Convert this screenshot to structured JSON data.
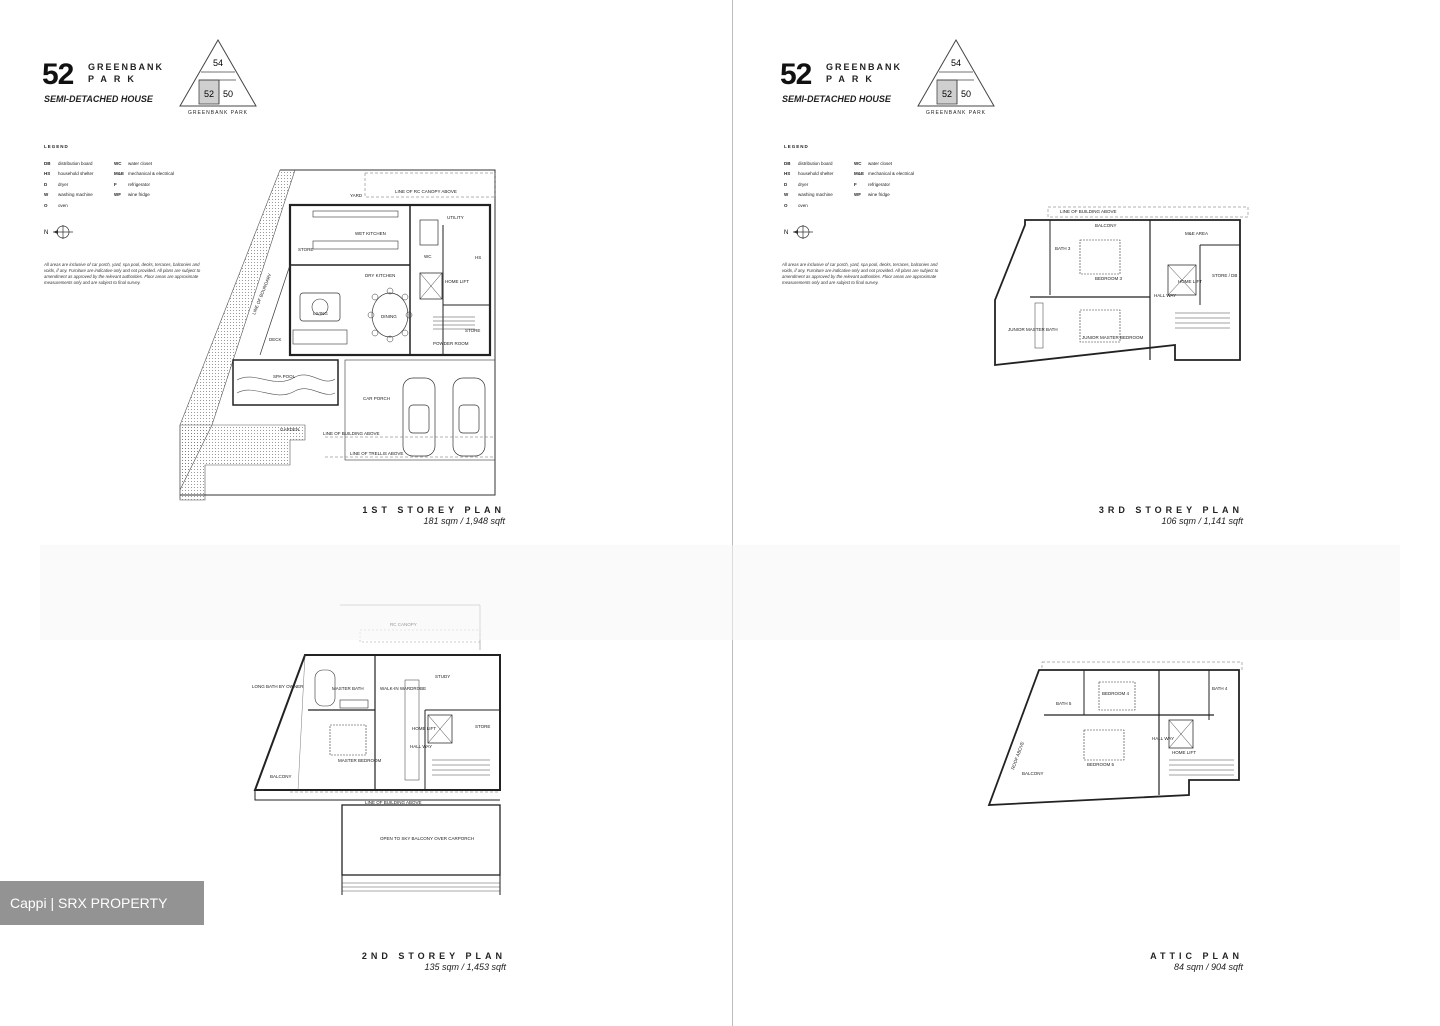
{
  "brand": {
    "number": "52",
    "name_line1": "GREENBANK",
    "name_line2": "PARK",
    "house_type": "SEMI-DETACHED HOUSE",
    "keyplan": {
      "top": "54",
      "left": "52",
      "right": "50",
      "label": "GREENBANK PARK"
    }
  },
  "legend": {
    "title": "LEGEND",
    "items": [
      {
        "key": "DB",
        "text": "distribution board",
        "key2": "WC",
        "text2": "water closet"
      },
      {
        "key": "HS",
        "text": "household shelter",
        "key2": "M&E",
        "text2": "mechanical & electrical"
      },
      {
        "key": "D",
        "text": "dryer",
        "key2": "F",
        "text2": "refrigerator"
      },
      {
        "key": "W",
        "text": "washing machine",
        "key2": "WF",
        "text2": "wine fridge"
      },
      {
        "key": "O",
        "text": "oven",
        "key2": "",
        "text2": ""
      }
    ],
    "compass_label": "N",
    "note": "All areas are inclusive of car porch, yard, spa pool, decks, terraces, balconies and voids, if any. Furniture are indicative only and not provided. All plans are subject to amendment as approved by the relevant authorities. Floor areas are approximate measurements only and are subject to final survey."
  },
  "plans": {
    "first": {
      "name": "1ST STOREY PLAN",
      "area": "181 sqm / 1,948 sqft",
      "labels": {
        "canopy": "LINE OF RC CANOPY ABOVE",
        "yard": "YARD",
        "utility": "UTILITY",
        "wet_kitchen": "WET KITCHEN",
        "store": "STORE",
        "dry_kitchen": "DRY KITCHEN",
        "wc": "WC",
        "hs": "HS",
        "home_lift": "HOME LIFT",
        "living": "LIVING",
        "dining": "DINING",
        "store2": "STORE",
        "powder": "POWDER ROOM",
        "deck": "DECK",
        "spa_pool": "SPA POOL",
        "car_porch": "CAR PORCH",
        "garden": "GARDEN",
        "building_above": "LINE OF BUILDING ABOVE",
        "trellis_above": "LINE OF TRELLIS ABOVE",
        "boundary": "LINE OF BOUNDARY"
      }
    },
    "second": {
      "name": "2ND STOREY PLAN",
      "area": "135 sqm / 1,453 sqft",
      "labels": {
        "rc_canopy": "RC CANOPY",
        "long_bath": "LONG BATH BY OWNER",
        "master_bath": "MASTER BATH",
        "walk_in": "WALK-IN WARDROBE",
        "study": "STUDY",
        "home_lift": "HOME LIFT",
        "store": "STORE",
        "hallway": "HALL WAY",
        "master_bedroom": "MASTER BEDROOM",
        "balcony": "BALCONY",
        "building_above": "LINE OF BUILDING ABOVE",
        "open_balcony": "OPEN TO SKY BALCONY OVER CARPORCH"
      }
    },
    "third": {
      "name": "3RD STOREY PLAN",
      "area": "106 sqm / 1,141 sqft",
      "labels": {
        "building_above": "LINE OF BUILDING ABOVE",
        "balcony": "BALCONY",
        "me": "M&E AREA",
        "bath3": "BATH 3",
        "bedroom3": "BEDROOM 3",
        "home_lift": "HOME LIFT",
        "store": "STORE / DB",
        "hallway": "HALL WAY",
        "jm_bath": "JUNIOR MASTER BATH",
        "jm_bedroom": "JUNIOR MASTER BEDROOM"
      }
    },
    "attic": {
      "name": "ATTIC PLAN",
      "area": "84 sqm / 904 sqft",
      "labels": {
        "bedroom4": "BEDROOM 4",
        "bath4": "BATH 4",
        "bath5": "BATH 5",
        "bedroom5": "BEDROOM 5",
        "hallway": "HALL WAY",
        "home_lift": "HOME LIFT",
        "balcony": "BALCONY",
        "roof": "ROOF ABOVE"
      }
    }
  },
  "watermark": "Cappi | SRX PROPERTY"
}
